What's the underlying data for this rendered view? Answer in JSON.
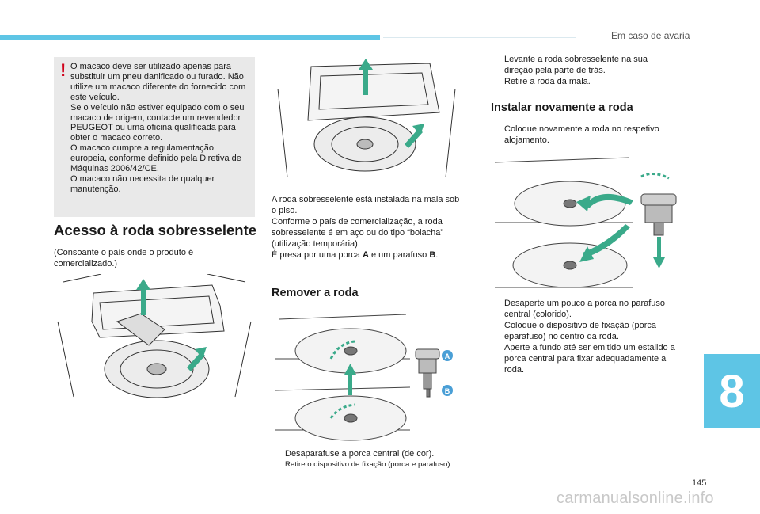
{
  "header": {
    "section_title": "Em caso de avaria",
    "chapter": "8",
    "page_number": "145"
  },
  "watermark": "carmanualsonline.info",
  "warning": {
    "mark": "!",
    "paragraphs": [
      "O macaco deve ser utilizado apenas para substituir um pneu danificado ou furado. Não utilize um macaco diferente do fornecido com este veículo.",
      "Se o veículo não estiver equipado com o seu macaco de origem, contacte um revendedor PEUGEOT ou uma oficina qualificada para obter o macaco correto.",
      "O macaco cumpre a regulamentação europeia, conforme definido pela Diretiva de Máquinas 2006/42/CE.",
      "O macaco não necessita de qualquer manutenção."
    ]
  },
  "section_access": {
    "title": "Acesso à roda sobresselente",
    "intro": "(Consoante o país onde o produto é comercializado.)"
  },
  "middle_text": {
    "paragraphs": [
      "A roda sobresselente está instalada na mala sob o piso.",
      "Conforme o país de comercialização, a roda sobresselente é em aço ou do tipo “bolacha” (utilização temporária)."
    ],
    "fixed_pre": "É presa por uma porca ",
    "label_a": "A",
    "fixed_mid": " e um parafuso ",
    "label_b": "B",
    "fixed_end": "."
  },
  "section_remove": {
    "title": "Remover a roda",
    "steps": [
      "Desaparafuse a porca central (de cor).",
      "Retire o dispositivo de fixação (porca e parafuso)."
    ],
    "callout_a": "A",
    "callout_b": "B"
  },
  "right_top": {
    "steps": [
      "Levante a roda sobresselente na sua direção pela parte de trás.",
      "Retire a roda da mala."
    ]
  },
  "section_install": {
    "title": "Instalar novamente a roda",
    "steps_top": [
      "Coloque novamente a roda no respetivo alojamento."
    ],
    "steps_bottom": [
      "Desaperte um pouco a porca no parafuso central (colorido).",
      "Coloque o dispositivo de fixação (porca eparafuso) no centro da roda.",
      "Aperte a fundo até ser emitido um estalido a porca central para fixar adequadamente a roda."
    ]
  },
  "bullet_marker": "",
  "colors": {
    "accent": "#5ec5e5",
    "arrow_green": "#3aaa8a",
    "warning_red": "#d0021b",
    "callout_blue": "#4a9fd6"
  }
}
